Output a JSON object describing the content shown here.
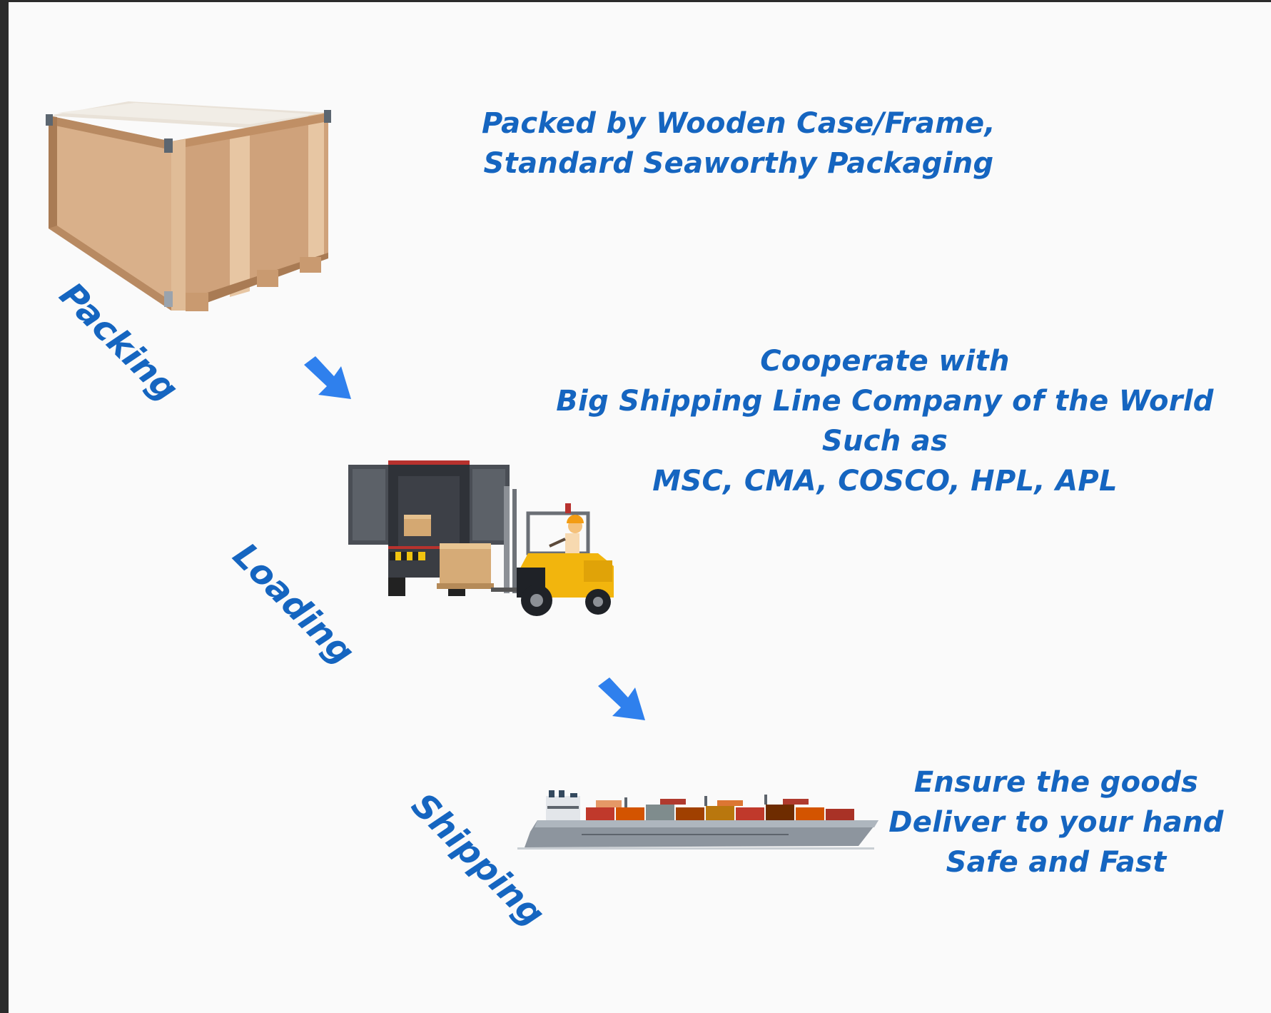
{
  "steps": [
    {
      "label": "Packing"
    },
    {
      "label": "Loading"
    },
    {
      "label": "Shipping"
    }
  ],
  "captions": {
    "packing": [
      "Packed by Wooden Case/Frame,",
      "Standard Seaworthy Packaging"
    ],
    "loading": [
      "Cooperate with",
      "Big Shipping Line Company of the World",
      "Such as",
      "MSC, CMA, COSCO, HPL, APL"
    ],
    "shipping": [
      "Ensure the goods",
      "Deliver to your hand",
      "Safe and Fast"
    ]
  },
  "icons": {
    "packing": "wooden-crate-icon",
    "loading": "forklift-container-icon",
    "shipping": "container-ship-icon",
    "flow": "arrow-down-right-icon"
  },
  "colors": {
    "text": "#1565c0",
    "arrow": "#2f80ed",
    "background": "#fafafa"
  }
}
